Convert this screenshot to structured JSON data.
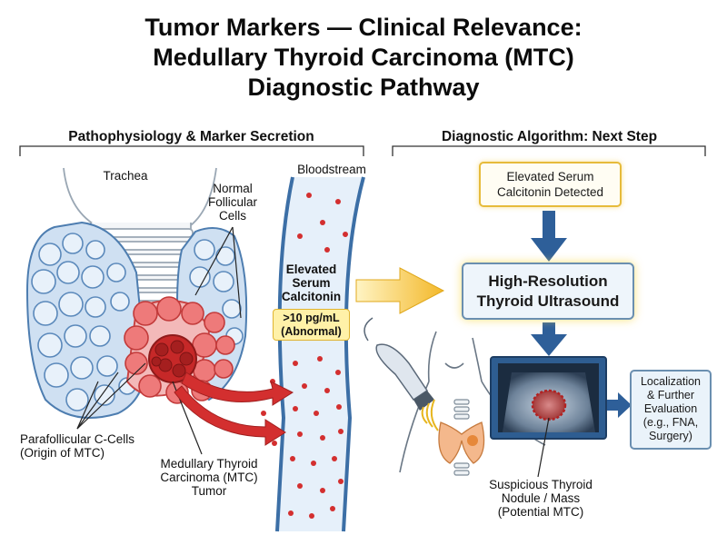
{
  "title": {
    "line1": "Tumor Markers — Clinical Relevance:",
    "line2": "Medullary Thyroid Carcinoma (MTC)",
    "line3": "Diagnostic Pathway"
  },
  "left_panel": {
    "heading": "Pathophysiology & Marker Secretion",
    "labels": {
      "trachea": "Trachea",
      "normal_cells_1": "Normal",
      "normal_cells_2": "Follicular",
      "normal_cells_3": "Cells",
      "bloodstream": "Bloodstream",
      "elevated_1": "Elevated",
      "elevated_2": "Serum",
      "elevated_3": "Calcitonin",
      "threshold_1": ">10 pg/mL",
      "threshold_2": "(Abnormal)",
      "ccells_1": "Parafollicular C-Cells",
      "ccells_2": "(Origin of MTC)",
      "mtc_1": "Medullary Thyroid",
      "mtc_2": "Carcinoma (MTC)",
      "mtc_3": "Tumor"
    }
  },
  "right_panel": {
    "heading": "Diagnostic Algorithm: Next Step",
    "step1_line1": "Elevated Serum",
    "step1_line2": "Calcitonin Detected",
    "step2_line1": "High-Resolution",
    "step2_line2": "Thyroid Ultrasound",
    "outcome_1": "Localization",
    "outcome_2": "& Further",
    "outcome_3": "Evaluation",
    "outcome_4": "(e.g., FNA,",
    "outcome_5": "Surgery)",
    "nodule_1": "Suspicious Thyroid",
    "nodule_2": "Nodule / Mass",
    "nodule_3": "(Potential MTC)"
  },
  "colors": {
    "follicle_blue": "#7aa7d6",
    "tumor_red": "#d93a3a",
    "arrow_blue": "#2e5f99",
    "highlight_yellow": "#f5c842"
  }
}
